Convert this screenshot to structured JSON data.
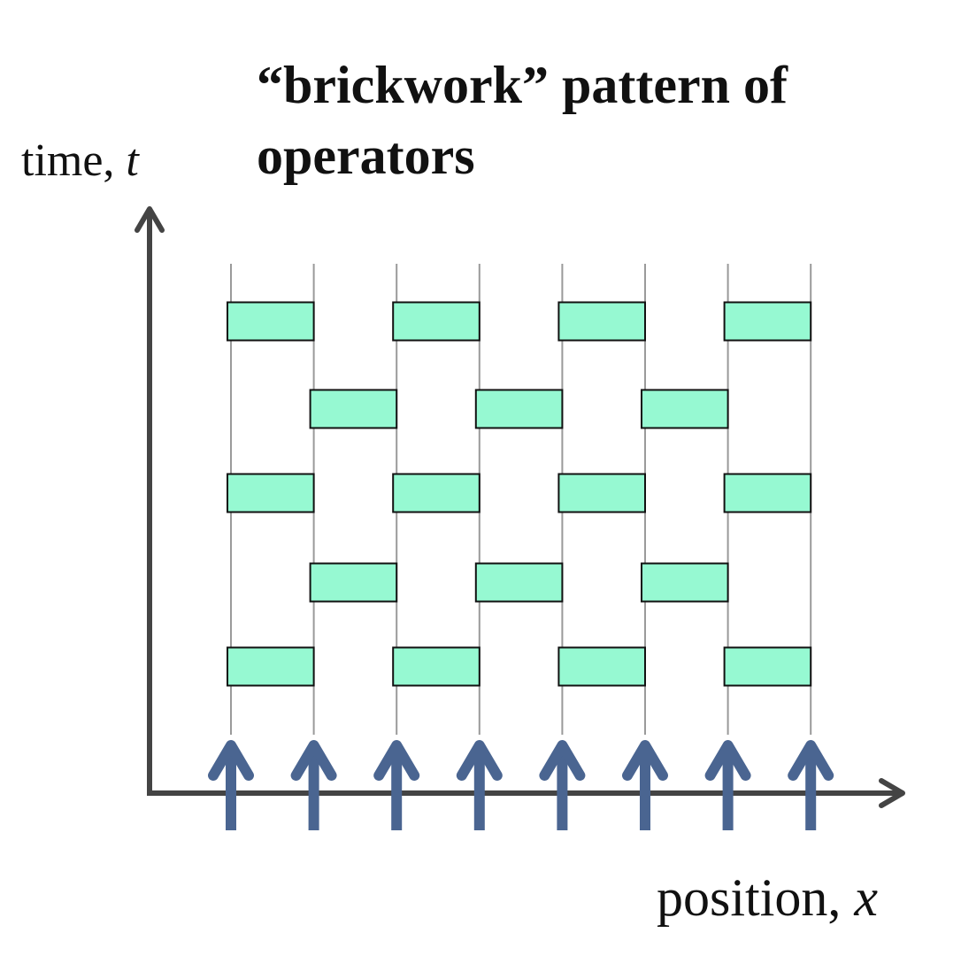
{
  "title": {
    "line1": "“brickwork” pattern of",
    "line2": "operators"
  },
  "y_axis": {
    "text": "time, ",
    "var": "t"
  },
  "x_axis": {
    "text": "position, ",
    "var": "x"
  },
  "colors": {
    "axis": "#444444",
    "wire": "#9a9a9a",
    "gate_fill": "#96f9d2",
    "gate_stroke": "#111111",
    "arrow": "#4a6591"
  },
  "wire_count": 8,
  "layers": [
    {
      "row": 1,
      "gates_on_wire_pairs": [
        [
          1,
          2
        ],
        [
          3,
          4
        ],
        [
          5,
          6
        ],
        [
          7,
          8
        ]
      ]
    },
    {
      "row": 2,
      "gates_on_wire_pairs": [
        [
          2,
          3
        ],
        [
          4,
          5
        ],
        [
          6,
          7
        ]
      ]
    },
    {
      "row": 3,
      "gates_on_wire_pairs": [
        [
          1,
          2
        ],
        [
          3,
          4
        ],
        [
          5,
          6
        ],
        [
          7,
          8
        ]
      ]
    },
    {
      "row": 4,
      "gates_on_wire_pairs": [
        [
          2,
          3
        ],
        [
          4,
          5
        ],
        [
          6,
          7
        ]
      ]
    },
    {
      "row": 5,
      "gates_on_wire_pairs": [
        [
          1,
          2
        ],
        [
          3,
          4
        ],
        [
          5,
          6
        ],
        [
          7,
          8
        ]
      ]
    }
  ]
}
